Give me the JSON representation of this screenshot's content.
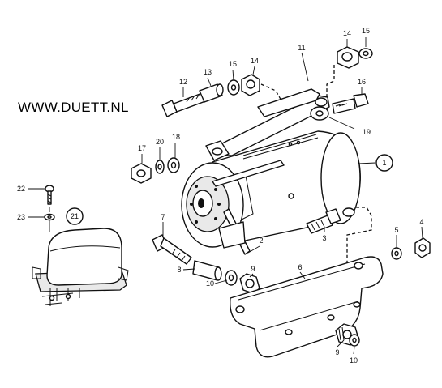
{
  "watermark": {
    "text": "WWW.DUETT.NL"
  },
  "callouts": [
    {
      "id": "c1",
      "text": "1",
      "circled": true
    },
    {
      "id": "c2",
      "text": "2"
    },
    {
      "id": "c3",
      "text": "3"
    },
    {
      "id": "c4",
      "text": "4"
    },
    {
      "id": "c5",
      "text": "5"
    },
    {
      "id": "c6",
      "text": "6"
    },
    {
      "id": "c7",
      "text": "7"
    },
    {
      "id": "c8",
      "text": "8"
    },
    {
      "id": "c9a",
      "text": "9"
    },
    {
      "id": "c9b",
      "text": "9"
    },
    {
      "id": "c10a",
      "text": "10"
    },
    {
      "id": "c10b",
      "text": "10"
    },
    {
      "id": "c11",
      "text": "11"
    },
    {
      "id": "c12",
      "text": "12"
    },
    {
      "id": "c13",
      "text": "13"
    },
    {
      "id": "c14a",
      "text": "14"
    },
    {
      "id": "c14b",
      "text": "14"
    },
    {
      "id": "c15a",
      "text": "15"
    },
    {
      "id": "c15b",
      "text": "15"
    },
    {
      "id": "c16",
      "text": "16"
    },
    {
      "id": "c17",
      "text": "17"
    },
    {
      "id": "c18",
      "text": "18"
    },
    {
      "id": "c19",
      "text": "19"
    },
    {
      "id": "c20",
      "text": "20"
    },
    {
      "id": "c21",
      "text": "21",
      "circled": true
    },
    {
      "id": "c22",
      "text": "22"
    },
    {
      "id": "c23",
      "text": "23"
    }
  ]
}
